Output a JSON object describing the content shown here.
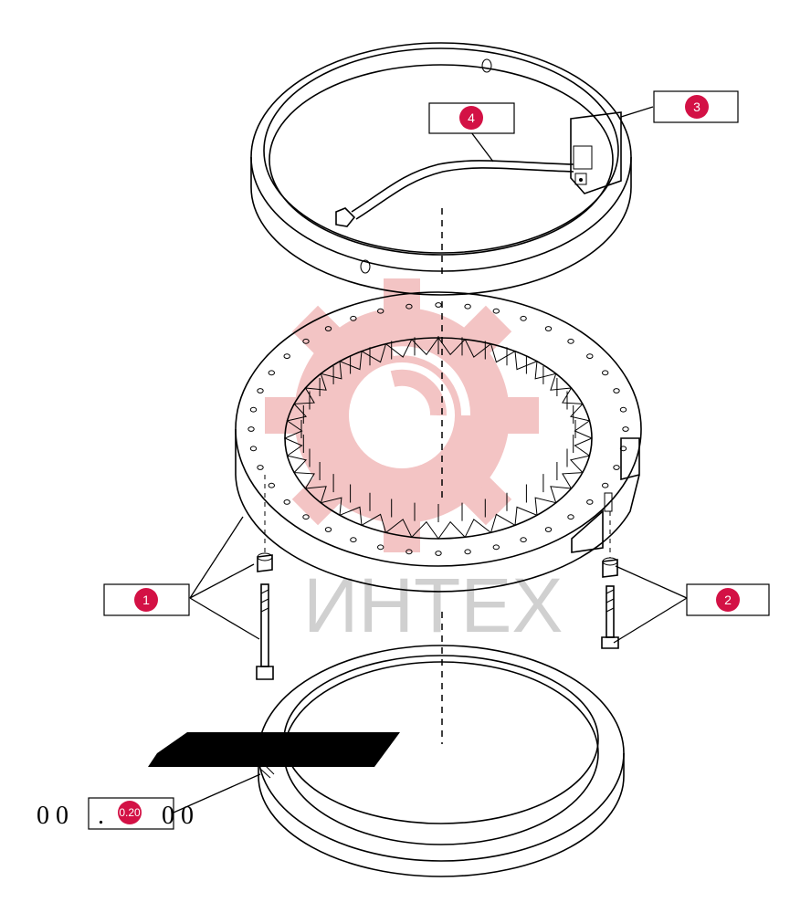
{
  "watermark": {
    "text": "ИНТЕХ",
    "gear_color": "#f3c4c4",
    "text_color": "#d0d0d0"
  },
  "callout_style": {
    "dot_color": "#d31145",
    "box_border": "#000000"
  },
  "callouts": [
    {
      "label": "1",
      "part": "mounting bolt and nut"
    },
    {
      "label": "2",
      "part": "mounting bolt and nut"
    },
    {
      "label": "3",
      "part": "grease block"
    },
    {
      "label": "4",
      "part": "grease line"
    },
    {
      "label": "0.20",
      "part": "seal"
    }
  ],
  "stray_text": {
    "left_zeros": "0 0",
    "dot": ".",
    "right_zeros": "0 0"
  },
  "icons": [
    "gear-watermark-icon",
    "callout-dot-icon"
  ]
}
